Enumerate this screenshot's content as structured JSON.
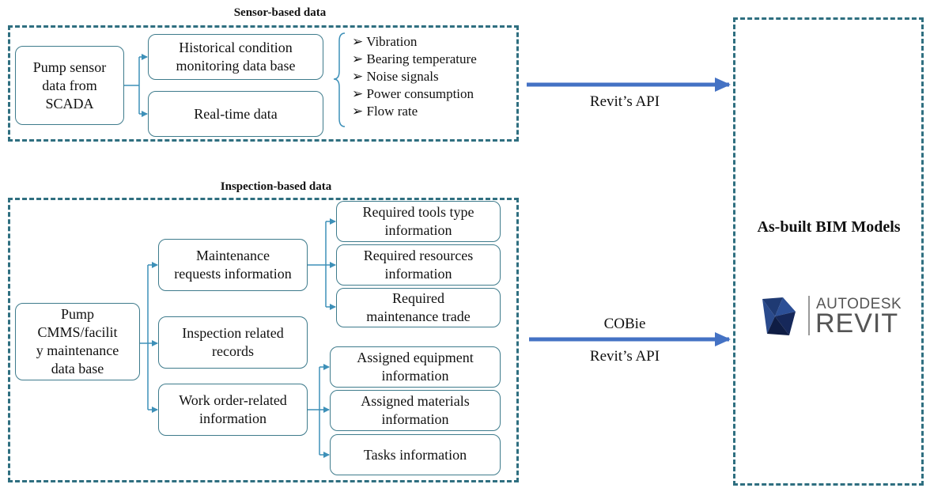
{
  "sensor": {
    "title": "Sensor-based data",
    "source": "Pump sensor\ndata from\nSCADA",
    "historical": "Historical condition\nmonitoring data base",
    "realtime": "Real-time data",
    "bullets": [
      "Vibration",
      "Bearing temperature",
      "Noise signals",
      "Power consumption",
      "Flow rate"
    ],
    "bullet_marker": "➢",
    "arrow_label": "Revit’s API"
  },
  "inspection": {
    "title": "Inspection-based data",
    "source": "Pump\nCMMS/facilit\ny maintenance\ndata base",
    "maintenance": "Maintenance\nrequests information",
    "inspection_records": "Inspection related\nrecords",
    "work_order": "Work order-related\ninformation",
    "tools": "Required tools type\ninformation",
    "resources": "Required resources\ninformation",
    "trade": "Required\nmaintenance trade",
    "equipment": "Assigned equipment\ninformation",
    "materials": "Assigned materials\ninformation",
    "tasks": "Tasks information",
    "arrow_label_top": "COBie",
    "arrow_label_bottom": "Revit’s API"
  },
  "bim": {
    "title": "As-built BIM Models",
    "logo_line1": "AUTODESK",
    "logo_line2": "REVIT"
  },
  "colors": {
    "dash_border": "#2f6f80",
    "box_border": "#3e7b8c",
    "connector": "#3d90b8",
    "big_arrow": "#4472c4"
  }
}
